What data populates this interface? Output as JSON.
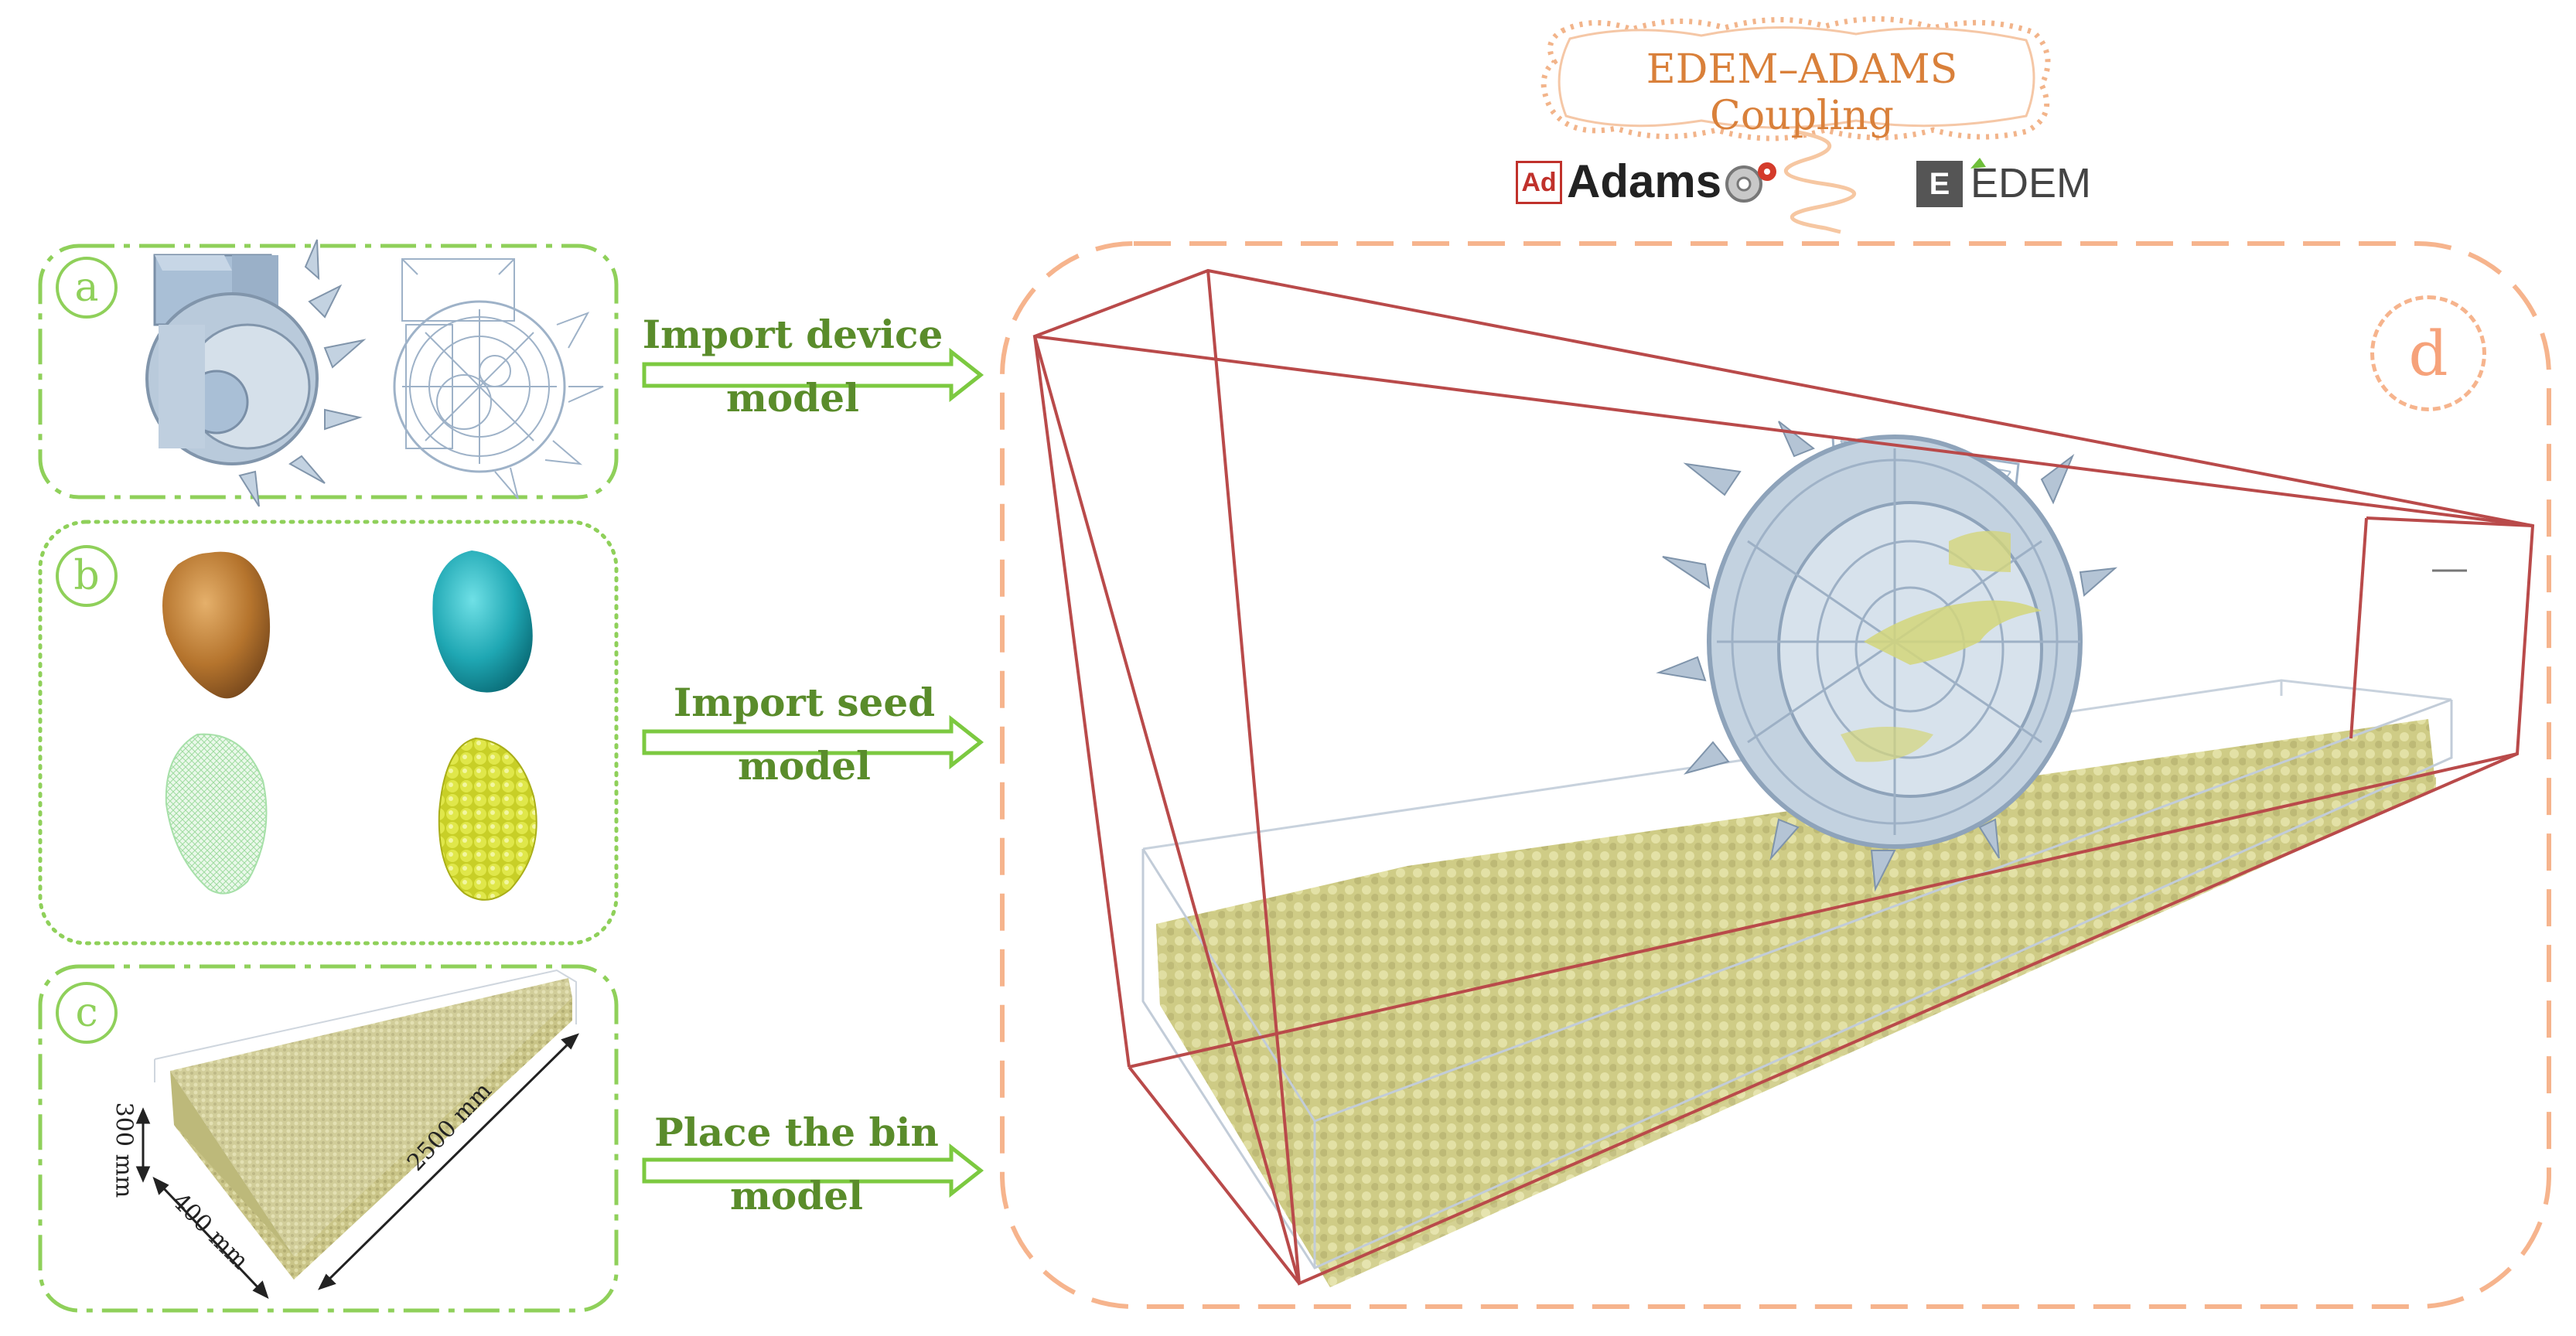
{
  "coupling": {
    "title": "EDEM–ADAMS Coupling",
    "adams_badge": "Ad",
    "adams_name": "Adams",
    "edem_badge": "E",
    "edem_name": "EDEM"
  },
  "panels": {
    "a": {
      "label": "a"
    },
    "b": {
      "label": "b"
    },
    "c": {
      "label": "c",
      "height_dim": "300 mm",
      "width_dim": "400 mm",
      "length_dim": "2500 mm"
    },
    "d": {
      "label": "d"
    }
  },
  "steps": [
    {
      "line1": "Import device",
      "line2": "model"
    },
    {
      "line1": "Import seed",
      "line2": "model"
    },
    {
      "line1": "Place the bin",
      "line2": "model"
    }
  ],
  "colors": {
    "green_accent": "#8fd05a",
    "green_text": "#5a8c2b",
    "orange_dash": "#f6b48d",
    "bin_red": "#b94a4a",
    "seed_yellow": "#d9d690",
    "device_blue": "#b8c7d9"
  }
}
